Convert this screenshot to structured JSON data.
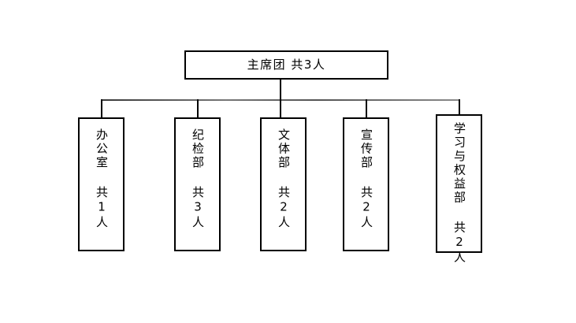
{
  "diagram": {
    "title": "主席团 共3人",
    "type": "organization-chart",
    "root": {
      "name": "主席团",
      "count_label": "共3人",
      "text": "主席团 共3人",
      "orientation": "horizontal"
    },
    "children": [
      {
        "name": "办公室",
        "count_label": "共1人",
        "text": "办公室 共1人",
        "orientation": "vertical"
      },
      {
        "name": "纪检部",
        "count_label": "共3人",
        "text": "纪检部 共3人",
        "orientation": "vertical"
      },
      {
        "name": "文体部",
        "count_label": "共2人",
        "text": "文体部 共2人",
        "orientation": "vertical"
      },
      {
        "name": "宣传部",
        "count_label": "共2人",
        "text": "宣传部 共2人",
        "orientation": "vertical"
      },
      {
        "name": "学习与权益部",
        "count_label": "共2人",
        "text": "学习与权益部 共2人",
        "orientation": "vertical"
      }
    ],
    "colors": {
      "background": "#ffffff",
      "box_border": "#000000",
      "text": "#000000",
      "connector": "#000000",
      "bus_line": "#6a6a6a"
    }
  }
}
